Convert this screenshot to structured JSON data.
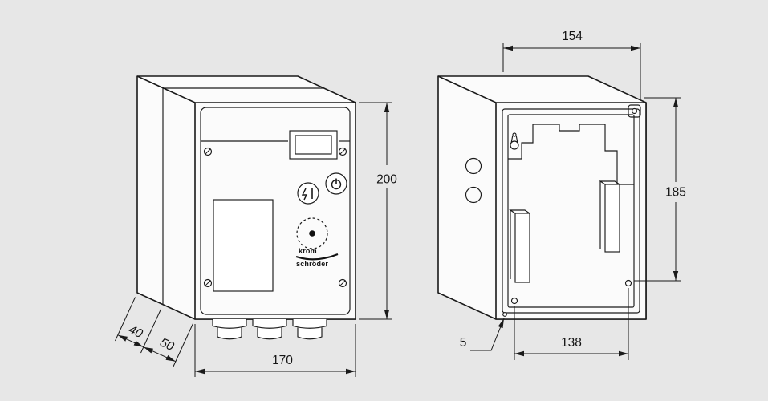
{
  "drawing": {
    "type": "dimensional technical drawing, burner control unit housing, two oblique views",
    "brand": {
      "line1": "krom",
      "line2": "schröder"
    },
    "front_view": {
      "dim_height": "200",
      "dim_width": "170",
      "dim_depth_rear": "40",
      "dim_depth_front": "50"
    },
    "rear_view": {
      "dim_width_top": "154",
      "dim_height": "185",
      "dim_hole_spacing": "138",
      "dim_hole_offset": "5"
    }
  }
}
